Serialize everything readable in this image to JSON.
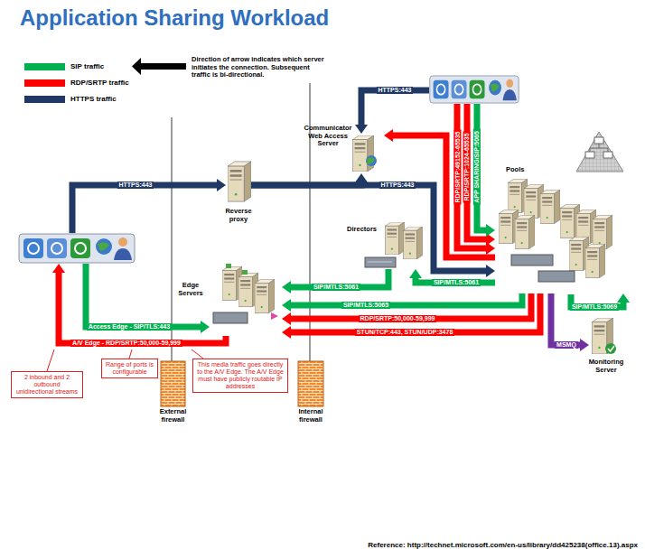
{
  "diagram": {
    "title": "Application Sharing Workload",
    "nodes": [
      {
        "text": [
          "Communicator Web Access Server"
        ]
      },
      {
        "text": [
          "Reverse proxy"
        ]
      },
      {
        "text": [
          "Pools"
        ]
      },
      {
        "text": [
          "Directors"
        ]
      },
      {
        "text": [
          "Edge Servers"
        ]
      },
      {
        "text": [
          "Monitoring Server"
        ]
      },
      {
        "text": [
          "2 inbound and 2 outbound unidirectional streams"
        ]
      },
      {
        "text": [
          "Range of ports is configurable"
        ]
      },
      {
        "text": [
          "This media traffic goes directly to the A/V Edge. The A/V Edge must have publicly routable IP addresses"
        ]
      },
      {
        "text": [
          "External firewall"
        ]
      },
      {
        "text": [
          "Internal firewall"
        ]
      }
    ],
    "edges": [
      {
        "from": 1,
        "to": 0,
        "arrow": "to"
      },
      {
        "from": 1,
        "to": 2,
        "label": "HTTPS:443",
        "arrow": "to"
      },
      {
        "from": 2,
        "to": 0,
        "arrow": "to"
      },
      {
        "from": 3,
        "to": 4,
        "label": "SIP/MTLS:5061",
        "arrow": "to"
      },
      {
        "from": 2,
        "to": 3,
        "label": "SIP/MTLS:5061",
        "arrow": "to"
      },
      {
        "from": 2,
        "to": 4,
        "label": "SIP/MTLS:5065",
        "arrow": "to"
      },
      {
        "from": 2,
        "to": 4,
        "label": "RDP/SRTP:50,000-59,999",
        "arrow": "to"
      },
      {
        "from": 2,
        "to": 4,
        "label": "STUN/TCP:443, STUN/UDP:3478",
        "arrow": "to"
      },
      {
        "from": 2,
        "to": 5,
        "label": "MSMQ",
        "arrow": "to"
      }
    ],
    "labels": [
      "HTTPS:443",
      "HTTPS:443",
      "RDP/SRTP:49152-65535",
      "RDP/SRTP:1024-65535",
      "APP SHARING/SIP:5065",
      "SIP/MTLS:5069",
      "Access Edge - SIP/TLS:443",
      "A/V Edge - RDP/SRTP:50,000-59,999",
      "Reference: http://technet.microsoft.com/en-us/library/dd425238(office.13).aspx"
    ],
    "legend": [
      {
        "text": "SIP traffic",
        "color": "#00b050"
      },
      {
        "text": "RDP/SRTP traffic",
        "color": "#ff0000"
      },
      {
        "text": "HTTPS traffic",
        "color": "#1f3864"
      },
      {
        "text": "Direction of arrow indicates which server initiates the connection. Subsequent traffic is bi-directional."
      }
    ]
  }
}
